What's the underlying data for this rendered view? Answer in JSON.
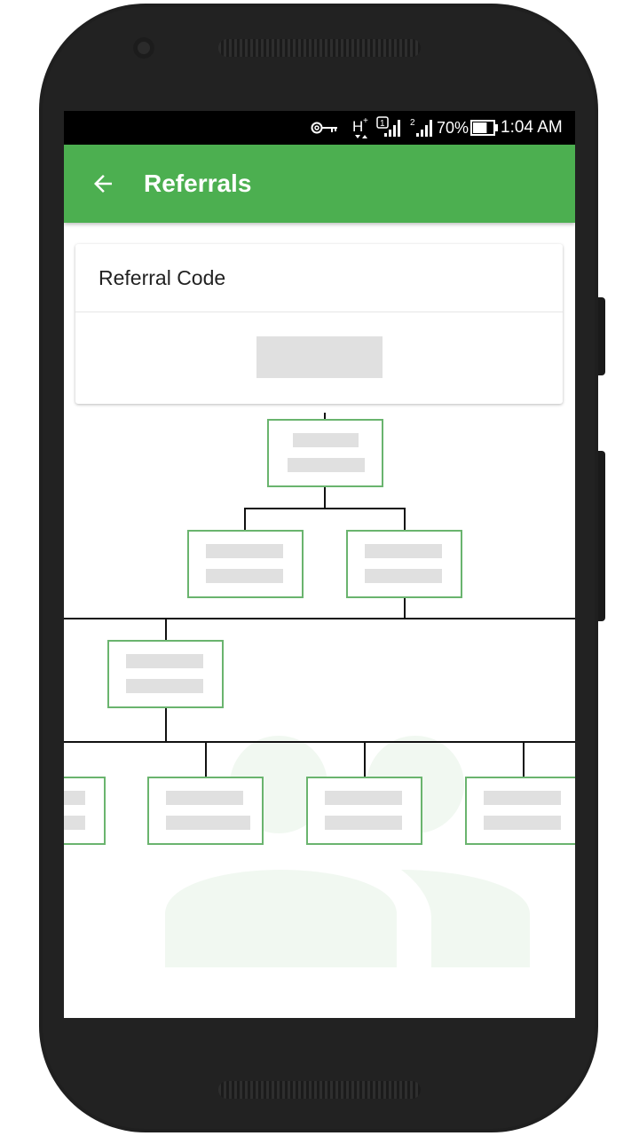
{
  "status_bar": {
    "icons": [
      "vpn-key-icon",
      "h-plus-data-icon",
      "sim1-signal-icon",
      "sim2-signal-icon",
      "battery-icon"
    ],
    "network_type": "H",
    "sim1": "1",
    "sim2": "2",
    "battery": "70%",
    "battery_level": 0.7,
    "time": "1:04 AM"
  },
  "app_bar": {
    "title": "Referrals",
    "back_icon": "arrow-back-icon",
    "color": "#4caf50"
  },
  "referral_card": {
    "header": "Referral Code",
    "code": ""
  },
  "tree": {
    "node_border_color": "#6ab46e",
    "levels": [
      {
        "level": 1,
        "nodes": 1
      },
      {
        "level": 2,
        "nodes": 2
      },
      {
        "level": 3,
        "nodes": 1
      },
      {
        "level": 4,
        "nodes": 4
      }
    ]
  },
  "background_icon": "people-icon"
}
